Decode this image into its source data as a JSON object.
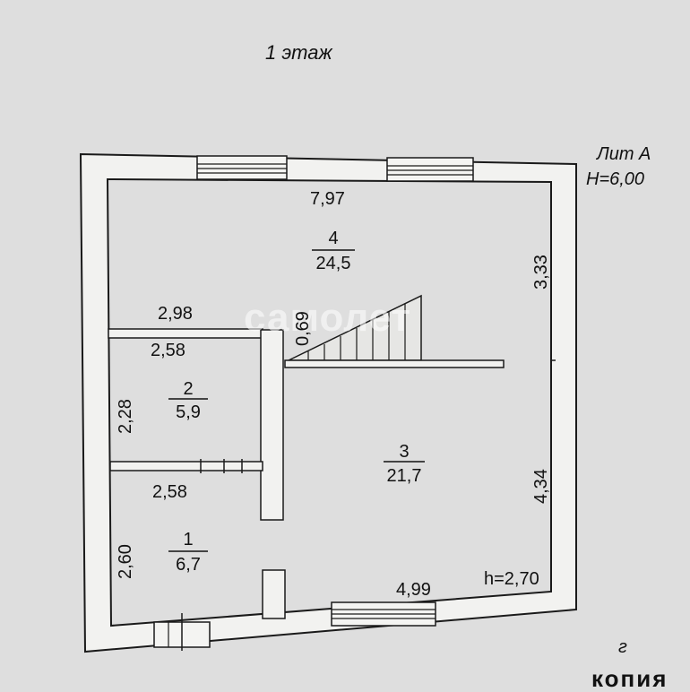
{
  "plan": {
    "floor_title": "1 этаж",
    "building_label": "Лит А",
    "building_height": "H=6,00",
    "ceiling_height": "h=2,70",
    "watermark_text": "самолет",
    "rooms": [
      {
        "number": "4",
        "area": "24,5"
      },
      {
        "number": "2",
        "area": "5,9"
      },
      {
        "number": "3",
        "area": "21,7"
      },
      {
        "number": "1",
        "area": "6,7"
      }
    ],
    "dimensions": {
      "top_width": "7,97",
      "right_upper": "3,33",
      "right_lower": "4,34",
      "bottom_width": "4,99",
      "room2_top_wall": "2,98",
      "room2_width": "2,58",
      "room2_height": "2,28",
      "room1_width": "2,58",
      "room1_height": "2,60",
      "stair_gap": "0,69"
    },
    "corner_mark": "г",
    "stamp_text": "копия"
  },
  "colors": {
    "wall_fill": "#f2f2f0",
    "line": "#1a1a1a",
    "floor": "#dcdcdc"
  }
}
